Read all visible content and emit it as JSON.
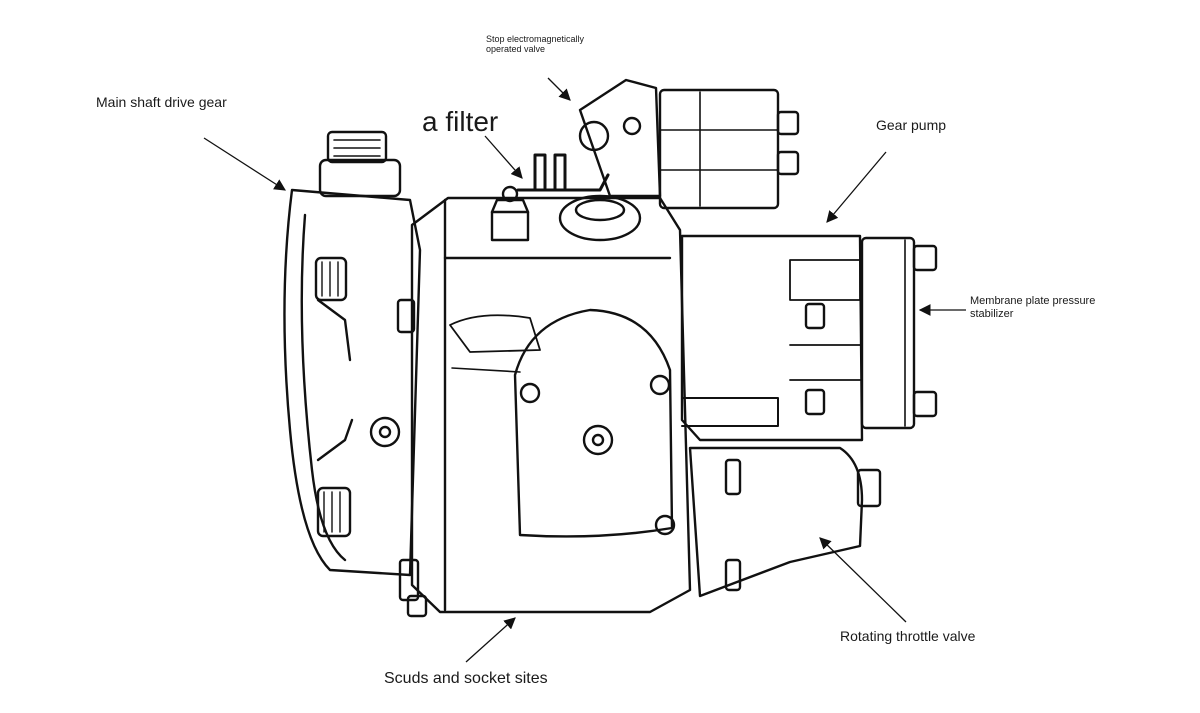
{
  "labels": {
    "stop_valve_line1": "Stop electromagnetically",
    "stop_valve_line2": "operated valve",
    "main_shaft": "Main shaft drive gear",
    "filter": "a filter",
    "gear_pump": "Gear pump",
    "membrane_line1": "Membrane plate pressure",
    "membrane_line2": "stabilizer",
    "rotating_throttle": "Rotating throttle valve",
    "scuds": "Scuds and socket sites"
  },
  "colors": {
    "ink": "#111111",
    "background": "#ffffff"
  }
}
